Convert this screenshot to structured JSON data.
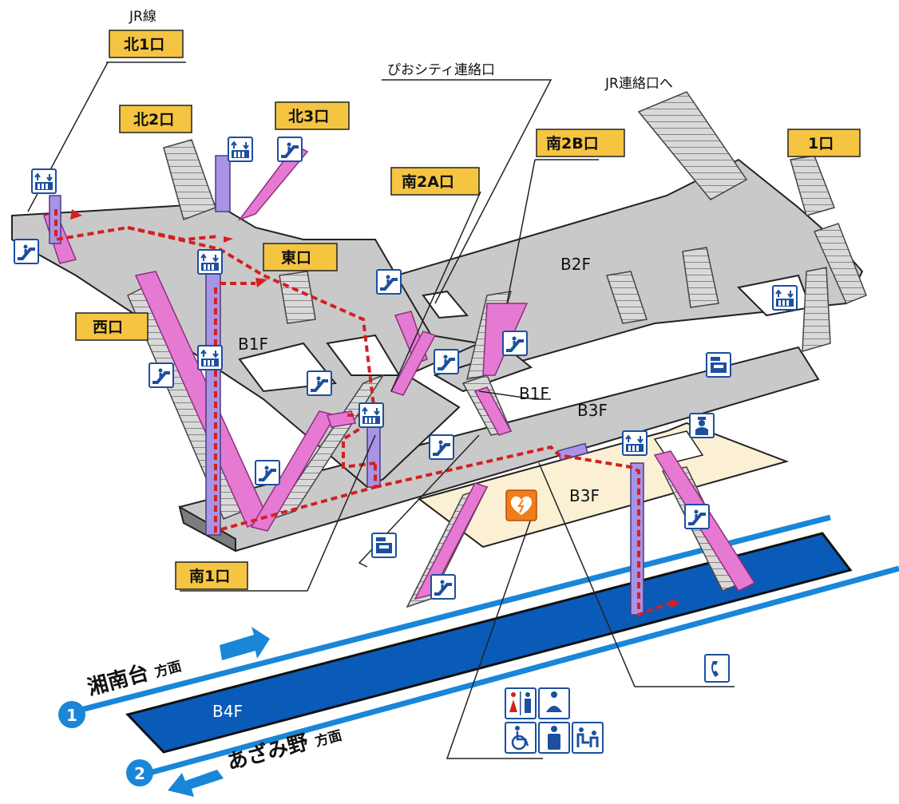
{
  "labels": {
    "jr_line": "JR線",
    "pio_city": "ぴおシティ連絡口",
    "jr_connection": "JR連絡口へ"
  },
  "exits": {
    "north1": "北1口",
    "north2": "北2口",
    "north3": "北3口",
    "east": "東口",
    "west": "西口",
    "south1": "南1口",
    "south2a": "南2A口",
    "south2b": "南2B口",
    "exit1": "1口"
  },
  "floors": {
    "b1f_a": "B1F",
    "b1f_b": "B1F",
    "b2f": "B2F",
    "b3f_a": "B3F",
    "b3f_b": "B3F",
    "b4f": "B4F"
  },
  "directions": {
    "track1_number": "1",
    "track1_dest": "湘南台",
    "track1_suffix": "方面",
    "track2_number": "2",
    "track2_dest": "あざみ野",
    "track2_suffix": "方面"
  },
  "icons": [
    "elevator-icon",
    "escalator-icon",
    "ticket-machine-icon",
    "station-staff-icon",
    "aed-icon",
    "telephone-icon",
    "restroom-icon",
    "baby-care-icon",
    "wheelchair-restroom-icon",
    "ostomate-icon",
    "multipurpose-seat-icon"
  ],
  "colors": {
    "exit_label_bg": "#f5c542",
    "floor_gray": "#c9c9c9",
    "platform_blue": "#0a5bb8",
    "track_blue": "#1a86d8",
    "route_red": "#d42020",
    "escalator_pink": "#e67ad3",
    "elevator_purple": "#a893e6",
    "concourse_beige": "#fbf0d4",
    "aed_orange": "#f07d1a",
    "icon_blue": "#1c4fa0"
  }
}
